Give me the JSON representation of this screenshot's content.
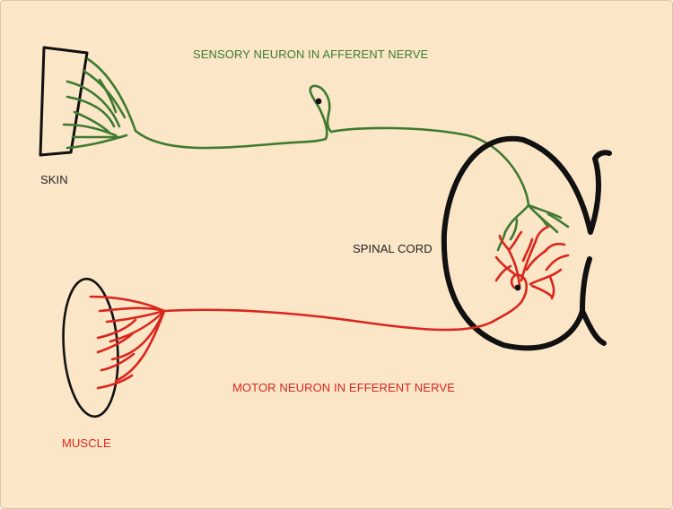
{
  "labels": {
    "sensory": "SENSORY NEURON IN AFFERENT NERVE",
    "skin": "SKIN",
    "spinal_cord": "SPINAL CORD",
    "motor": "MOTOR NEURON IN EFFERENT NERVE",
    "muscle": "MUSCLE"
  },
  "colors": {
    "background": "#fbe6c8",
    "sensory": "#3e7a2f",
    "motor": "#d9261c",
    "outline": "#111111"
  }
}
